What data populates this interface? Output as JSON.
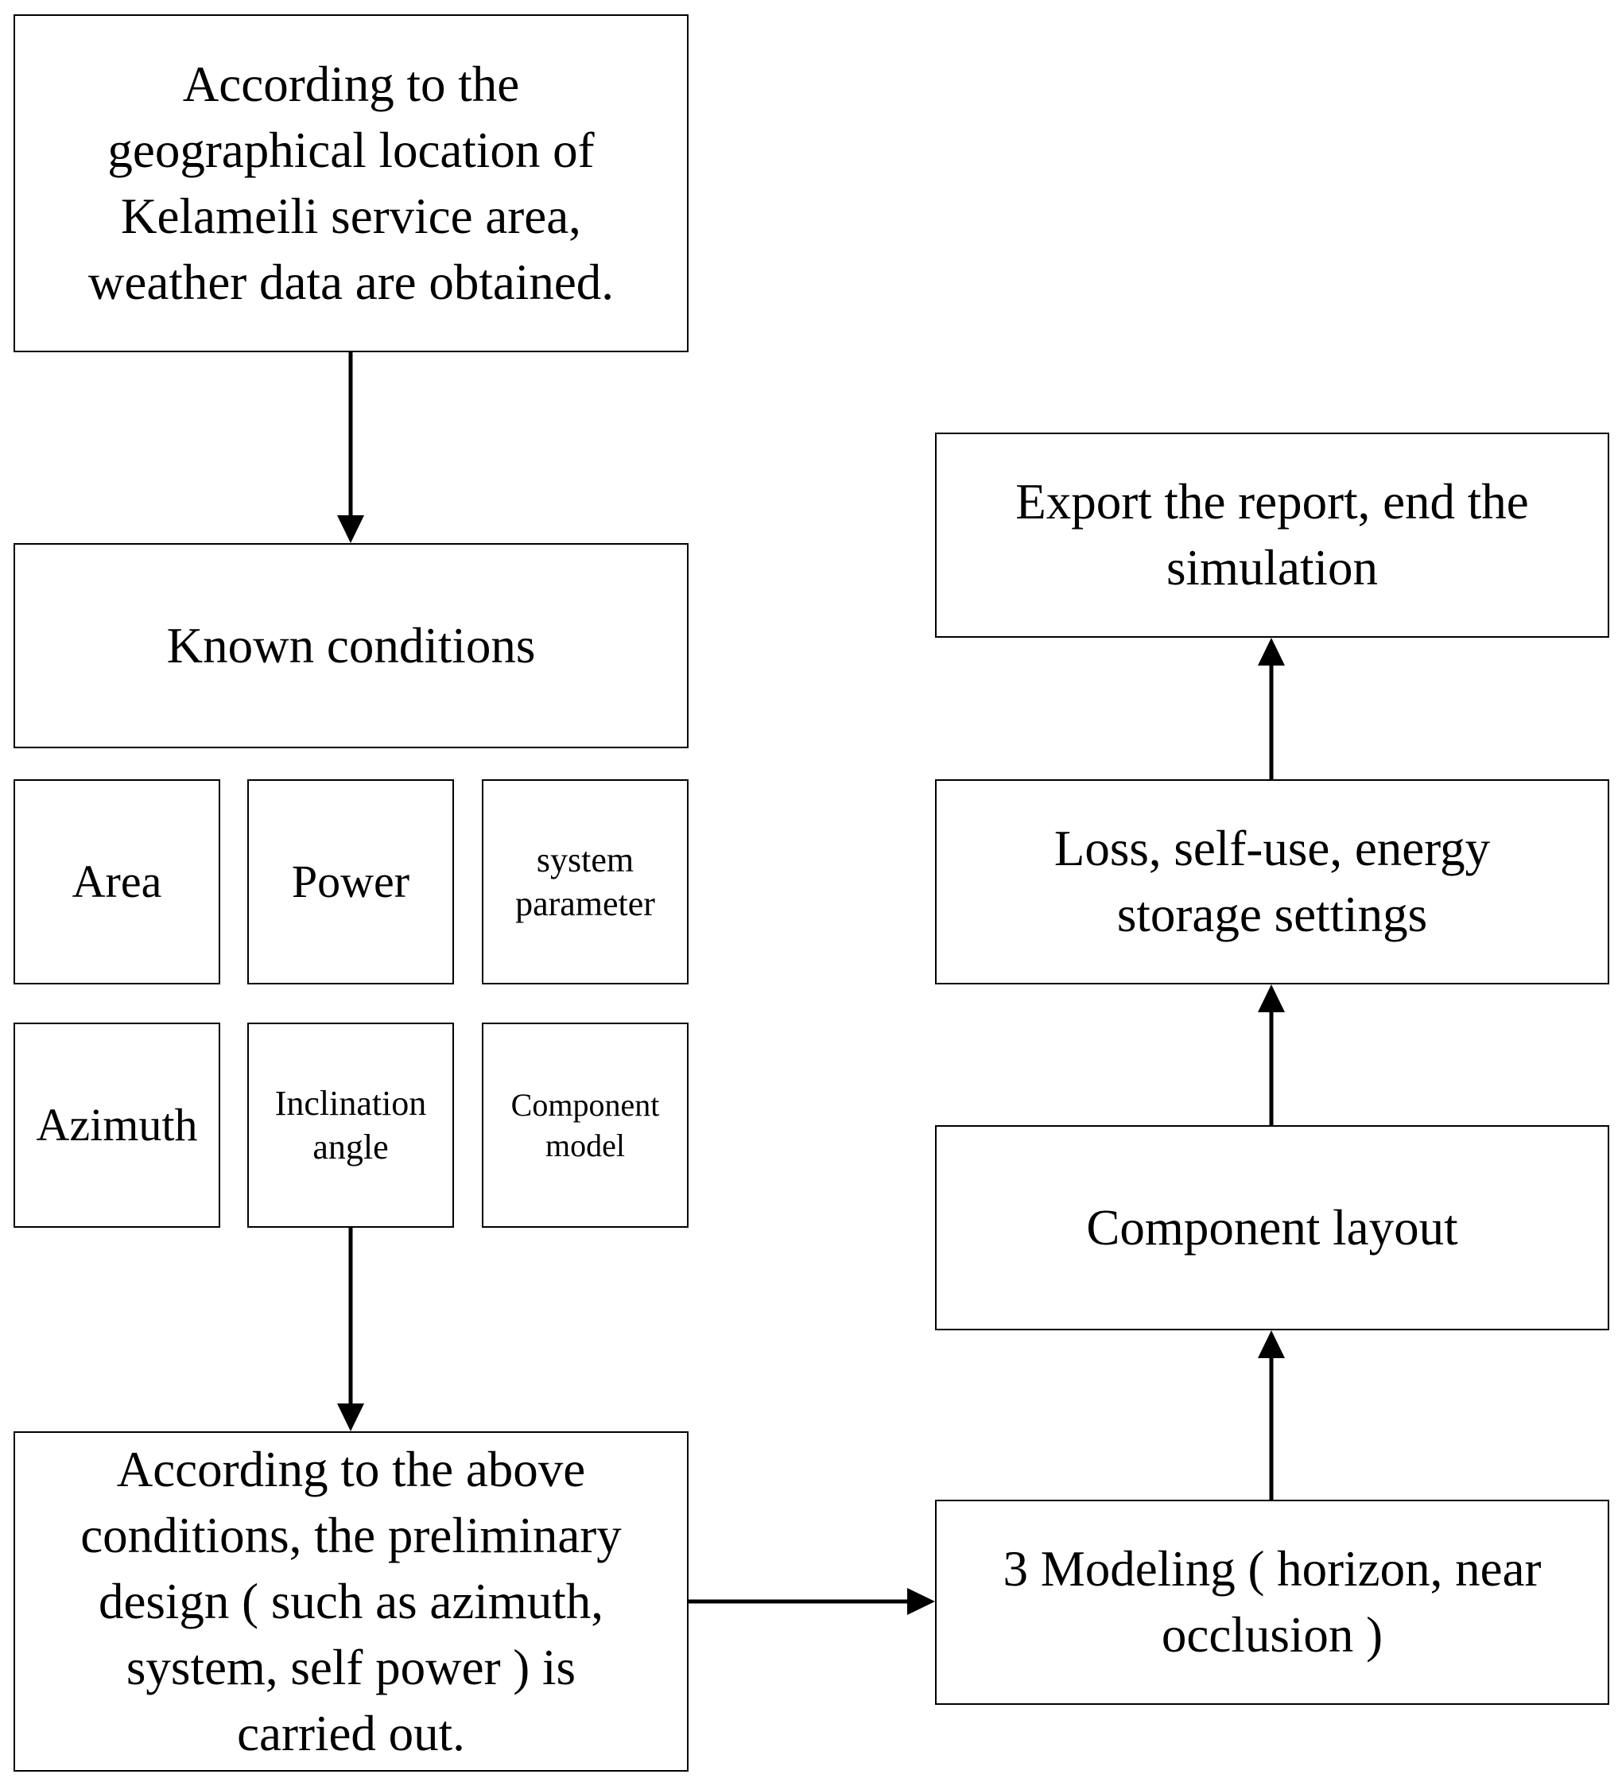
{
  "diagram": {
    "nodes": {
      "weather": "According to the\ngeographical location of\nKelameili service area,\nweather data are obtained.",
      "known": "Known conditions",
      "area": "Area",
      "power": "Power",
      "system_param": "system\nparameter",
      "azimuth": "Azimuth",
      "inclination": "Inclination\nangle",
      "component_model": "Component\nmodel",
      "preliminary": "According to the above\nconditions, the preliminary\ndesign ( such as azimuth,\nsystem, self power ) is\ncarried out.",
      "modeling": "3 Modeling ( horizon, near\nocclusion )",
      "layout": "Component layout",
      "loss": "Loss, self-use, energy\nstorage settings",
      "export": "Export the report, end the\nsimulation"
    }
  }
}
